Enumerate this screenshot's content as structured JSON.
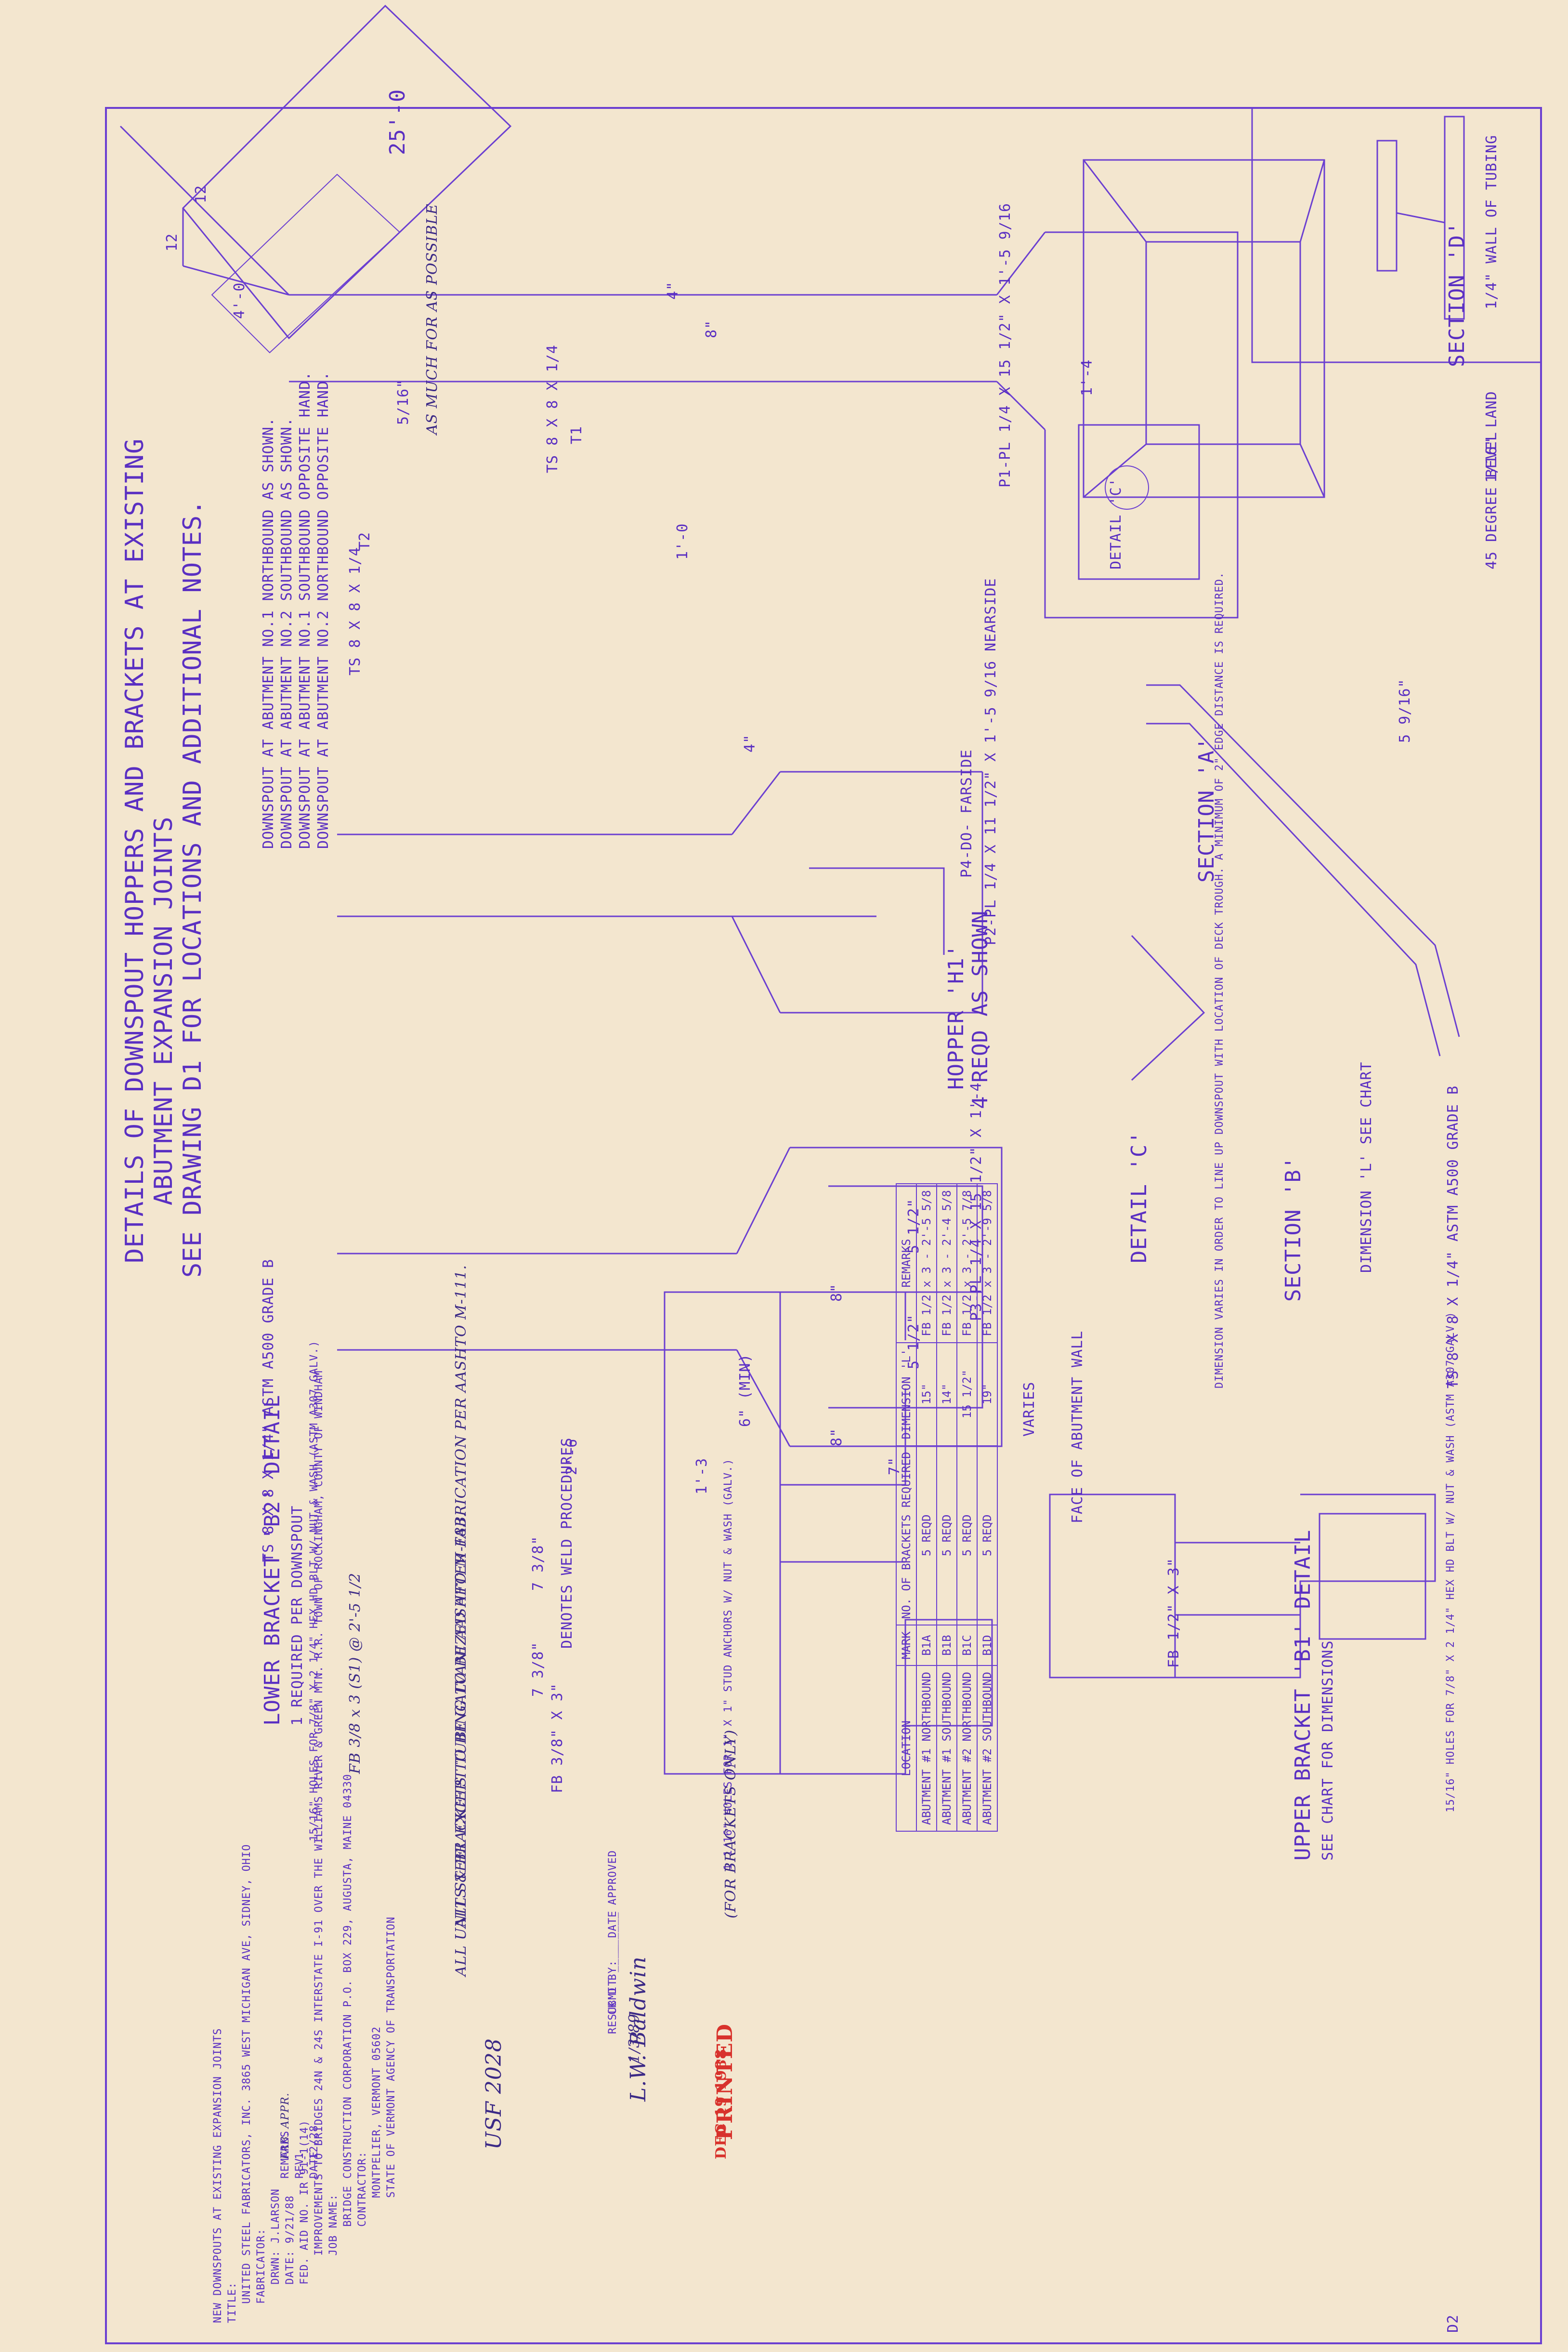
{
  "main_title": [
    "DETAILS OF DOWNSPOUT HOPPERS AND BRACKETS AT EXISTING",
    "ABUTMENT EXPANSION JOINTS",
    "SEE DRAWING D1 FOR LOCATIONS AND ADDITIONAL NOTES."
  ],
  "downspout_notes": [
    "DOWNSPOUT AT ABUTMENT NO.1 NORTHBOUND AS SHOWN.",
    "DOWNSPOUT AT ABUTMENT NO.2 SOUTHBOUND AS SHOWN.",
    "DOWNSPOUT AT ABUTMENT NO.1 SOUTHBOUND OPPOSITE HAND.",
    "DOWNSPOUT AT ABUTMENT NO.2 NORTHBOUND OPPOSITE HAND."
  ],
  "labels": {
    "overall_dim": "25'-0",
    "slope_12a": "12",
    "slope_12b": "12",
    "dim_4_0": "4'-0",
    "dim_4in": "4\"",
    "dim_8in": "8\"",
    "dim_1_0": "1'-0",
    "dim_1_4": "1'-4",
    "ts_8x8": "TS 8 X 8 X 1/4",
    "t1": "T1",
    "t2": "T2",
    "p1": "P1-PL 1/4 X 15 1/2\" X 1'-5 9/16",
    "p2": "P2-PL 1/4 X 11 1/2\" X 1'-5 9/16  NEARSIDE",
    "p4": "P4-DO-  FARSIDE",
    "p3": "P3-PL 1/4 X 15 1/2\" X 1'-4",
    "hopper": "HOPPER 'H1'",
    "hopper_sub": "4 REQD AS SHOWN",
    "sect_a": "SECTION 'A'",
    "sect_b": "SECTION 'B'",
    "sect_d": "SECTION 'D'",
    "detail_c": "DETAIL 'C'",
    "detail_c_tag": "DETAIL 'C'",
    "wall": "1/4\" WALL OF TUBING",
    "land": "1/16\" LAND",
    "bevel": "45 DEGREE BEVEL",
    "dim_5_9_16": "5 9/16\"",
    "dim_5_1_2": "5 1/2\"",
    "dim_7": "7\"",
    "weld_note": "AS MUCH FOR AS POSSIBLE",
    "weld_5_16": "5/16\"",
    "denotes": "DENOTES WELD PROCEDURES",
    "lower_title": "LOWER BRACKET 'B2' DETAIL",
    "lower_sub": "1 REQUIRED PER DOWNSPOUT",
    "upper_title": "UPPER BRACKET 'B1' DETAIL",
    "upper_sub": "SEE CHART FOR DIMENSIONS",
    "ts_grade": "TS 8 X 8 X 1/4\" ASTM A500 GRADE B",
    "dim_2_6": "2'-6",
    "dim_1_3": "1'-3",
    "dim_6_min": "6\" (MIN)",
    "dim_7_3_8": "7 3/8\"",
    "fb_lower": "FB 3/8 x 3 (S1) @ 2'-5 1/2",
    "fb_3_8": "FB 3/8\" X 3\"",
    "holes_lower": "15/16\" HOLES FOR 7/8\" X 2 1/4\" HEX HD BLT W/ NUT & WASH (ASTM A307 GALV.)",
    "anchor_note": "1 1/16\" HOLES FOR 1\" X 1\" STUD ANCHORS W/ NUT & WASH (GALV.)",
    "for_brackets": "(FOR BRACKETS ONLY)",
    "galv_notes": [
      "ALL STEEL EXCEPT TUBING TO BE AASHTO M-183.",
      "ALL UNITS & BRACKETS TO BE GALVANIZED AFTER FABRICATION PER AASHTO M-111."
    ],
    "dim_note": "DIMENSION VARIES IN ORDER TO LINE UP DOWNSPOUT WITH LOCATION OF DECK TROUGH. A MINIMUM OF 2\" EDGE DISTANCE IS REQUIRED.",
    "dim_l": "DIMENSION 'L' SEE CHART",
    "face_wall": "FACE OF ABUTMENT WALL",
    "varies": "VARIES",
    "fb_1_2": "FB 1/2\" X 3\"",
    "holes_upper": "15/16\" HOLES FOR 7/8\" X 2 1/4\" HEX HD BLT W/ NUT & WASH (ASTM A307 GALV.)"
  },
  "chart": {
    "headers": [
      "LOCATION",
      "MARK",
      "NO. OF BRACKETS REQUIRED",
      "DIMENSION 'L'",
      "REMARKS"
    ],
    "rows": [
      [
        "ABUTMENT #1 NORTHBOUND",
        "B1A",
        "5 REQD",
        "15\"",
        "FB 1/2 x 3 - 2'-5 5/8"
      ],
      [
        "ABUTMENT #1 SOUTHBOUND",
        "B1B",
        "5 REQD",
        "14\"",
        "FB 1/2 x 3 - 2'-4 5/8"
      ],
      [
        "ABUTMENT #2 NORTHBOUND",
        "B1C",
        "5 REQD",
        "15 1/2\"",
        "FB 1/2 x 3 - 2'-5 7/8"
      ],
      [
        "ABUTMENT #2 SOUTHBOUND",
        "B1D",
        "5 REQD",
        "19\"",
        "FB 1/2 x 3 - 2'-9 5/8"
      ]
    ]
  },
  "stamps": {
    "checked": "CK'D BY: ______ APPROVED",
    "resubmit": "RESUBMIT ____ DATE",
    "sig": "L.W. Baldwin",
    "date_hand": "1/3/89",
    "printed": "PRINTED",
    "printed_date": "DEC 19 1988",
    "usf": "USF 2028"
  },
  "title_block": {
    "state": "STATE OF VERMONT AGENCY OF TRANSPORTATION",
    "city": "MONTPELIER, VERMONT 05602",
    "contractor_label": "CONTRACTOR:",
    "contractor": "BRIDGE CONSTRUCTION CORPORATION P.O. BOX 229, AUGUSTA, MAINE 04330",
    "job_label": "JOB NAME:",
    "job": "IMPROVEMENTS TO BRIDGES 24N & 24S INTERSTATE I-91 OVER THE WILLIAMS RIVER & GREEN MTN. R.R. TOWN OF ROCKINGHAM, COUNTY OF WINDHAM",
    "fed_aid": "FED. AID NO. IR 91-1(14)",
    "date": "DATE: 9/21/88",
    "drawn": "DRWN: J.LARSON",
    "fabricator_label": "FABRICATOR:",
    "fabricator": "UNITED STEEL FABRICATORS, INC. 3865 WEST MICHIGAN AVE, SIDNEY, OHIO",
    "title_label": "TITLE:",
    "title": "NEW DOWNSPOUTS AT EXISTING EXPANSION JOINTS",
    "sheet": "D2",
    "rev_date": "12/28",
    "rev": "1",
    "rev_remark": "FAB. APPR.",
    "rev_headers": [
      "DATE",
      "REV.",
      "REMARKS"
    ]
  }
}
